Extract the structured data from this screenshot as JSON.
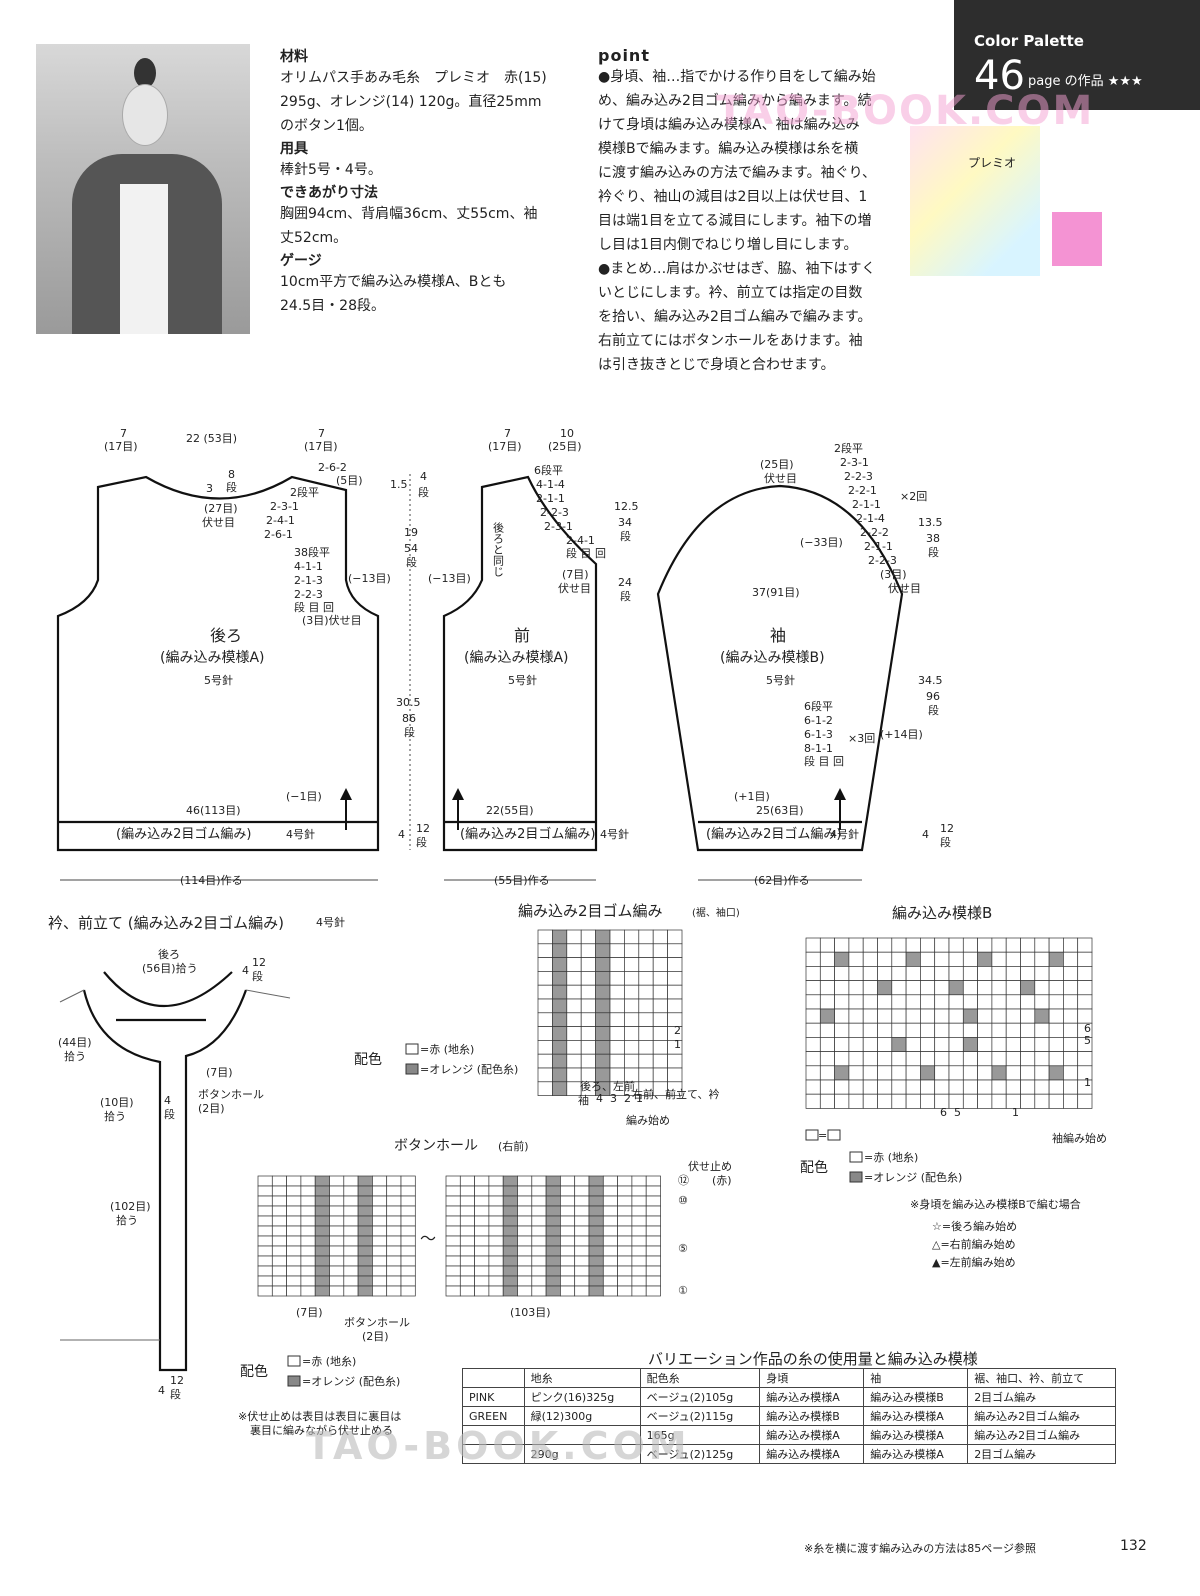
{
  "header": {
    "badge_title": "Color Palette",
    "badge_number": "46",
    "badge_sub": "page の作品 ★★★",
    "yarn_label": "プレミオ",
    "watermark": "TAO-BOOK.COM"
  },
  "materials": {
    "label": "材料",
    "text1": "オリムパス手あみ毛糸　プレミオ　赤(15)",
    "text2": "295g、オレンジ(14) 120g。直径25mm",
    "text3": "のボタン1個。",
    "tools_label": "用具",
    "tools": "棒針5号・4号。",
    "size_label": "できあがり寸法",
    "size1": "胸囲94cm、背肩幅36cm、丈55cm、袖",
    "size2": "丈52cm。",
    "gauge_label": "ゲージ",
    "gauge1": "10cm平方で編み込み模様A、Bとも",
    "gauge2": "24.5目・28段。"
  },
  "point": {
    "title": "point",
    "lines": [
      "●身頃、袖…指でかける作り目をして編み始",
      "め、編み込み2目ゴム編みから編みます。続",
      "けて身頃は編み込み模様A、袖は編み込み",
      "模様Bで編みます。編み込み模様は糸を横",
      "に渡す編み込みの方法で編みます。袖ぐり、",
      "衿ぐり、袖山の減目は2目以上は伏せ目、1",
      "目は端1目を立てる減目にします。袖下の増",
      "し目は1目内側でねじり増し目にします。",
      "●まとめ…肩はかぶせはぎ、脇、袖下はすく",
      "いとじにします。衿、前立ては指定の目数",
      "を拾い、編み込み2目ゴム編みで編みます。",
      "右前立てにはボタンホールをあけます。袖",
      "は引き抜きとじで身頃と合わせます。"
    ]
  },
  "back": {
    "title": "後ろ",
    "pattern": "(編み込み模様A)",
    "needle": "5号針",
    "top_left": "7",
    "top_left2": "(17目)",
    "top_mid": "22 (53目)",
    "top_right": "7",
    "top_right2": "(17目)",
    "neck_3": "3",
    "neck_8": "8",
    "neck_dan": "段",
    "neck_27": "(27目)",
    "neck_fuse": "伏せ目",
    "shoulder_a": "2-6-2",
    "shoulder_b": "(5目)",
    "dec1": "2段平",
    "dec2": "2-3-1",
    "dec3": "2-4-1",
    "dec4": "2-6-1",
    "arm1": "38段平",
    "arm2": "4-1-1",
    "arm3": "2-1-3",
    "arm4": "2-2-3",
    "arm5": "段 目 回",
    "arm6": "(3目)伏せ目",
    "minus13": "(−13目)",
    "bottom": "46(113目)",
    "minus1": "(−1目)",
    "rib": "(編み込み2目ゴム編み)",
    "rib_needle": "4号針",
    "cast": "(114目)作る"
  },
  "front": {
    "title": "前",
    "pattern": "(編み込み模様A)",
    "needle": "5号針",
    "top_7": "7",
    "top_17": "(17目)",
    "top_10": "10",
    "top_25": "(25目)",
    "h15": "1.5",
    "h4": "4",
    "hdan": "段",
    "h19": "19",
    "h54": "54",
    "h305": "30.5",
    "h86": "86",
    "h4b": "4",
    "h12": "12",
    "h125": "12.5",
    "h34": "34",
    "h24": "24",
    "neck1": "6段平",
    "neck2": "4-1-4",
    "neck3": "2-1-1",
    "neck4": "2-2-3",
    "neck5": "2-3-1",
    "neck6": "2-4-1",
    "neck7": "段 目 回",
    "same": "後ろと同じ",
    "n7": "(7目)",
    "fuse": "伏せ目",
    "minus13": "(−13目)",
    "bottom": "22(55目)",
    "rib": "(編み込み2目ゴム編み)",
    "rib_needle": "4号針",
    "cast": "(55目)作る"
  },
  "sleeve": {
    "title": "袖",
    "pattern": "(編み込み模様B)",
    "needle": "5号針",
    "top25": "(25目)",
    "topfuse": "伏せ目",
    "cap1": "2段平",
    "cap2": "2-3-1",
    "cap3": "2-2-3",
    "cap4": "2-2-1",
    "cap5": "2-1-1",
    "cap6": "2-1-4",
    "cap7": "2-2-2",
    "cap8": "2-1-1",
    "cap9": "2-2-3",
    "cap10": "(3目)",
    "cap11": "伏せ目",
    "x2": "×2回",
    "minus33": "(−33目)",
    "h135": "13.5",
    "h38": "38",
    "hdan": "段",
    "width": "37(91目)",
    "h345": "34.5",
    "h96": "96",
    "inc1": "6段平",
    "inc2": "6-1-2",
    "inc3": "6-1-3",
    "inc4": "8-1-1",
    "inc5": "段 目 回",
    "x3": "×3回",
    "plus14": "(+14目)",
    "plus1": "(+1目)",
    "bottom": "25(63目)",
    "rib": "(編み込み2目ゴム編み)",
    "rib_needle": "4号針",
    "h4": "4",
    "h12": "12",
    "cast": "(62目)作る"
  },
  "collar": {
    "title": "衿、前立て (編み込み2目ゴム編み)",
    "needle": "4号針",
    "back": "後ろ",
    "back56": "(56目)拾う",
    "h4": "4",
    "h12": "12",
    "hdan": "段",
    "p44": "(44目)",
    "pick": "拾う",
    "p7": "(7目)",
    "bh": "ボタンホール",
    "bh2": "(2目)",
    "p10": "(10目)",
    "pick2": "拾う",
    "b4": "4",
    "bdan": "段",
    "p102": "(102目)",
    "pick3": "拾う",
    "bot4": "4",
    "bot12": "12",
    "botdan": "段"
  },
  "rib_chart": {
    "title": "編み込み2目ゴム編み",
    "sub": "(裾、袖口)",
    "haishoku": "配色",
    "leg1": "=赤 (地糸)",
    "leg2": "=オレンジ (配色糸)",
    "n4": "4",
    "n3": "3",
    "n2": "2",
    "n1": "1",
    "r2": "2",
    "r1": "1",
    "start1": "後ろ、左前",
    "start2": "袖",
    "start3": "右前、前立て、衿",
    "start4": "編み始め"
  },
  "patternB": {
    "title": "編み込み模様B",
    "c6": "6",
    "c5": "5",
    "c1": "1",
    "r6": "6",
    "r5": "5",
    "r1": "1",
    "legsym": "=",
    "haishoku": "配色",
    "leg1": "=赤 (地糸)",
    "leg2": "=オレンジ (配色糸)",
    "sleeve_start": "袖編み始め",
    "note": "※身頃を編み込み模様Bで編む場合",
    "s1": "☆=後ろ編み始め",
    "s2": "△=右前編み始め",
    "s3": "▲=左前編み始め"
  },
  "buttonhole": {
    "title": "ボタンホール",
    "sub": "(右前)",
    "bind": "伏せ止め",
    "red": "(赤)",
    "r12": "⑫",
    "r10": "⑩",
    "r5": "⑤",
    "r1": "①",
    "w7": "(7目)",
    "w103": "(103目)",
    "bh": "ボタンホール",
    "bh2": "(2目)",
    "haishoku": "配色",
    "leg1": "=赤 (地糸)",
    "leg2": "=オレンジ (配色糸)",
    "note1": "※伏せ止めは表目は表目に裏目は",
    "note2": "裏目に編みながら伏せ止める"
  },
  "variation": {
    "title": "バリエーション作品の糸の使用量と編み込み模様",
    "headers": [
      "",
      "地糸",
      "配色糸",
      "身頃",
      "袖",
      "裾、袖口、衿、前立て"
    ],
    "rows": [
      [
        "PINK",
        "ピンク(16)325g",
        "ベージュ(2)105g",
        "編み込み模様A",
        "編み込み模様B",
        "2目ゴム編み"
      ],
      [
        "GREEN",
        "緑(12)300g",
        "ベージュ(2)115g",
        "編み込み模様B",
        "編み込み模様A",
        "編み込み2目ゴム編み"
      ],
      [
        "",
        "",
        "165g",
        "編み込み模様A",
        "編み込み模様A",
        "編み込み2目ゴム編み"
      ],
      [
        "",
        "290g",
        "ベージュ(2)125g",
        "編み込み模様A",
        "編み込み模様A",
        "2目ゴム編み"
      ]
    ]
  },
  "footer": {
    "note": "※糸を横に渡す編み込みの方法は85ページ参照",
    "page": "132"
  }
}
